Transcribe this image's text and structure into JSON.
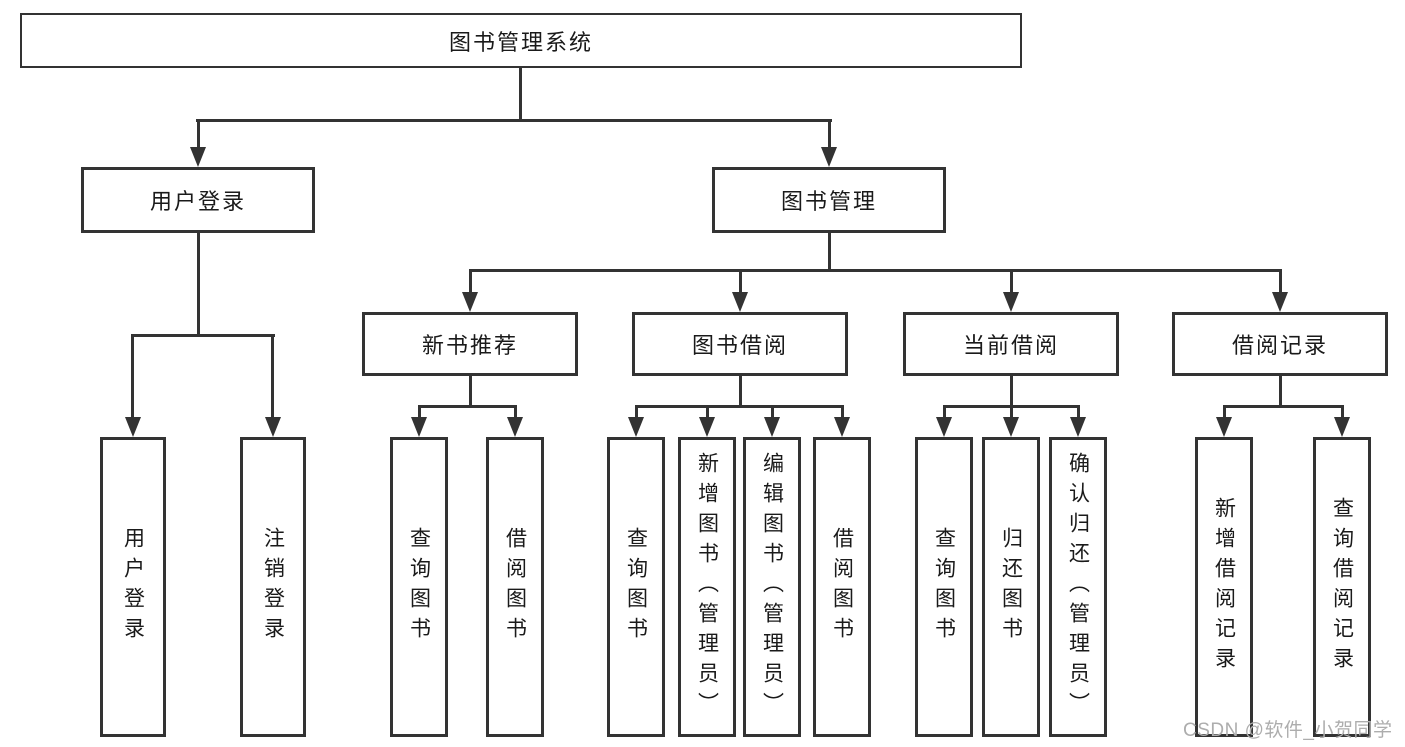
{
  "diagram": {
    "root": {
      "label": "图书管理系统"
    },
    "branches": {
      "user_login": {
        "label": "用户登录",
        "children": {
          "login": {
            "label": "用户登录"
          },
          "logout": {
            "label": "注销登录"
          }
        }
      },
      "book_management": {
        "label": "图书管理",
        "children": {
          "new_book_recommend": {
            "label": "新书推荐",
            "children": {
              "query_books": {
                "label": "查询图书"
              },
              "borrow_books": {
                "label": "借阅图书"
              }
            }
          },
          "book_borrowing": {
            "label": "图书借阅",
            "children": {
              "query_books": {
                "label": "查询图书"
              },
              "add_books_admin": {
                "label": "新增图书（管理员）"
              },
              "edit_books_admin": {
                "label": "编辑图书（管理员）"
              },
              "borrow_books": {
                "label": "借阅图书"
              }
            }
          },
          "current_borrowing": {
            "label": "当前借阅",
            "children": {
              "query_books": {
                "label": "查询图书"
              },
              "return_books": {
                "label": "归还图书"
              },
              "confirm_return_admin": {
                "label": "确认归还（管理员）"
              }
            }
          },
          "borrowing_records": {
            "label": "借阅记录",
            "children": {
              "add_borrow_record": {
                "label": "新增借阅记录"
              },
              "query_borrow_record": {
                "label": "查询借阅记录"
              }
            }
          }
        }
      }
    }
  },
  "watermark": {
    "text": "CSDN @软件_小贺同学"
  },
  "colors": {
    "line": "#333333",
    "text": "#1a1a1a",
    "watermark": "#adadad",
    "background": "#ffffff"
  }
}
